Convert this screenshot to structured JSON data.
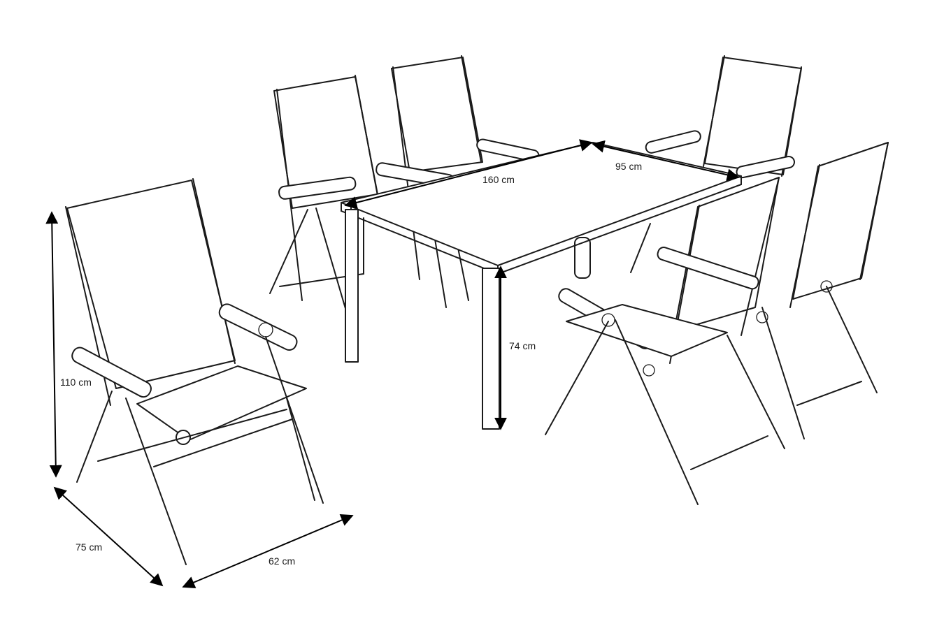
{
  "dimensions": {
    "table_length": "160 cm",
    "table_width": "95 cm",
    "table_height": "74 cm",
    "chair_height": "110 cm",
    "chair_depth": "75 cm",
    "chair_width": "62 cm"
  },
  "colors": {
    "line": "#1a1a1a",
    "background": "#ffffff"
  }
}
